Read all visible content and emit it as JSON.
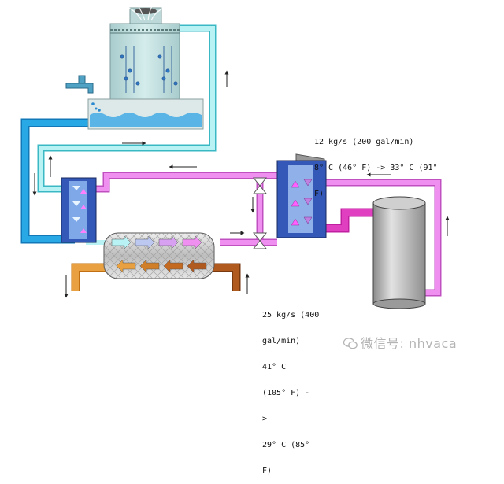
{
  "labels": {
    "top_loop": {
      "line1": "12 kg/s (200 gal/min)",
      "line2": "8° C (46° F) -> 33° C (91°",
      "line3": "F)"
    },
    "bottom_loop": {
      "line1": "25 kg/s (400",
      "line2": "gal/min)",
      "line3": "41° C",
      "line4": "(105° F) -",
      "line5": ">",
      "line6": "29° C (85°",
      "line7": "F)"
    }
  },
  "watermark": {
    "text": "微信号: nhvaca",
    "icon": "wechat-icon"
  },
  "colors": {
    "cyan_pipe": "#b8f2f4",
    "blue_pipe": "#29a8e6",
    "pink_pipe": "#ef8fef",
    "orange_pipe": "#e8a040",
    "brown_pipe": "#b05a20",
    "tower_body": "#c4dede",
    "heat_exchanger": "#3358b8",
    "tank": "#b8b8b8"
  }
}
